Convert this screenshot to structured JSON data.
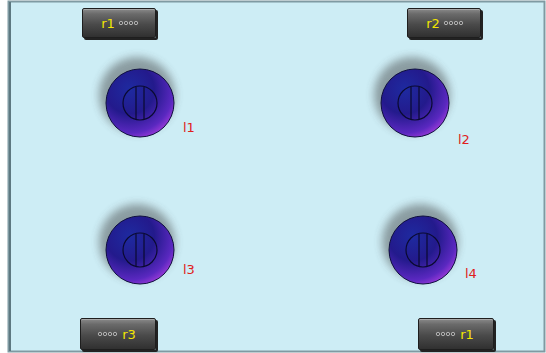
{
  "diagram": {
    "nodes": [
      {
        "text": [
          "r1"
        ]
      },
      {
        "text": [
          "r2"
        ]
      },
      {
        "text": [
          "r3"
        ]
      },
      {
        "text": [
          "r1"
        ]
      }
    ],
    "labels": [
      "l1",
      "l2",
      "l3",
      "l4"
    ]
  }
}
